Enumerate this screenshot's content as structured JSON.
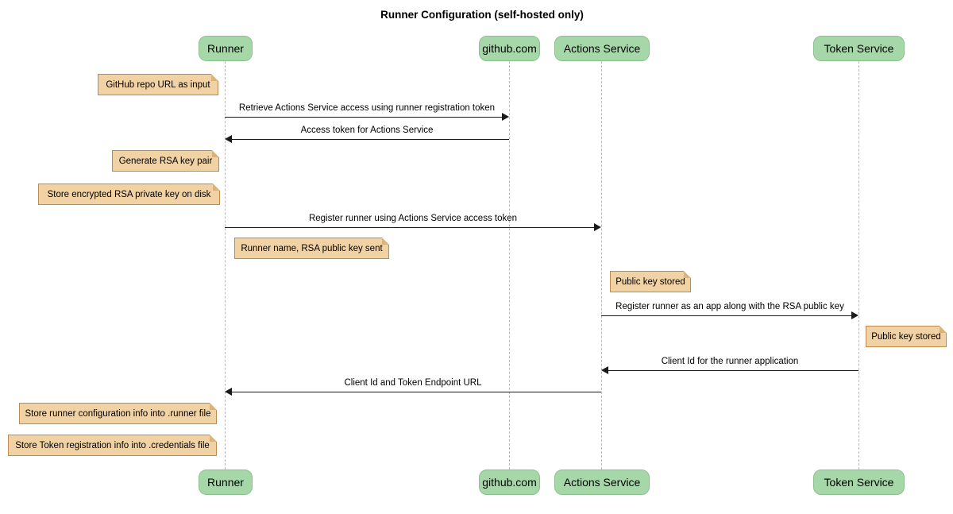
{
  "title": "Runner Configuration (self-hosted only)",
  "participants": [
    {
      "label": "Runner"
    },
    {
      "label": "github.com"
    },
    {
      "label": "Actions Service"
    },
    {
      "label": "Token Service"
    }
  ],
  "notes": [
    {
      "text": "GitHub repo URL as input",
      "anchor": "left of Runner"
    },
    {
      "text": "Generate RSA key pair",
      "anchor": "left of Runner"
    },
    {
      "text": "Store encrypted RSA private key on disk",
      "anchor": "left of Runner"
    },
    {
      "text": "Runner name, RSA public key sent",
      "anchor": "right of Runner"
    },
    {
      "text": "Public key stored",
      "anchor": "right of Actions Service"
    },
    {
      "text": "Public key stored",
      "anchor": "right of Token Service"
    },
    {
      "text": "Store runner configuration info into .runner file",
      "anchor": "left of Runner"
    },
    {
      "text": "Store Token registration info into .credentials file",
      "anchor": "left of Runner"
    }
  ],
  "messages": [
    {
      "text": "Retrieve Actions Service access using runner registration token",
      "from": "Runner",
      "to": "github.com"
    },
    {
      "text": "Access token for Actions Service",
      "from": "github.com",
      "to": "Runner"
    },
    {
      "text": "Register runner using Actions Service access token",
      "from": "Runner",
      "to": "Actions Service"
    },
    {
      "text": "Register runner as an app along with the RSA public key",
      "from": "Actions Service",
      "to": "Token Service"
    },
    {
      "text": "Client Id for the runner application",
      "from": "Token Service",
      "to": "Actions Service"
    },
    {
      "text": "Client Id and Token Endpoint URL",
      "from": "Actions Service",
      "to": "Runner"
    }
  ],
  "colors": {
    "participant_fill": "#a6d7a8",
    "participant_border": "#8cbf8e",
    "note_fill": "#f1d2a4",
    "note_border": "#be8a4e",
    "lifeline": "#b9b9b9",
    "message": "#1a1a1a",
    "background": "#ffffff"
  }
}
